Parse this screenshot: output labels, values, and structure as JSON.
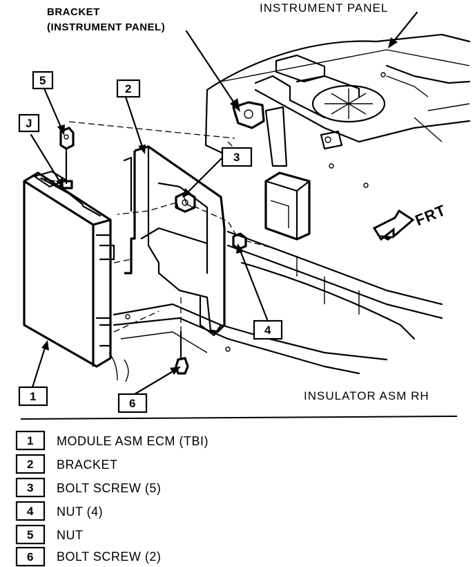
{
  "callouts": {
    "bracket_instrument_panel_line1": "BRACKET",
    "bracket_instrument_panel_line2": "(INSTRUMENT  PANEL)",
    "instrument_panel": "INSTRUMENT  PANEL",
    "insulator_asm": "INSULATOR ASM RH",
    "front_arrow": "FRT"
  },
  "part_numbers": {
    "module": "1",
    "bracket": "2",
    "bolt_screw_5": "3",
    "nut_4": "4",
    "nut": "5",
    "bolt_screw_2": "6",
    "bolt_screw_5_alt": "J"
  },
  "legend": [
    {
      "number": "1",
      "label": "MODULE ASM ECM (TBI)"
    },
    {
      "number": "2",
      "label": "BRACKET"
    },
    {
      "number": "3",
      "label": "BOLT SCREW (5)"
    },
    {
      "number": "4",
      "label": "NUT (4)"
    },
    {
      "number": "5",
      "label": "NUT"
    },
    {
      "number": "6",
      "label": "BOLT SCREW (2)"
    }
  ]
}
